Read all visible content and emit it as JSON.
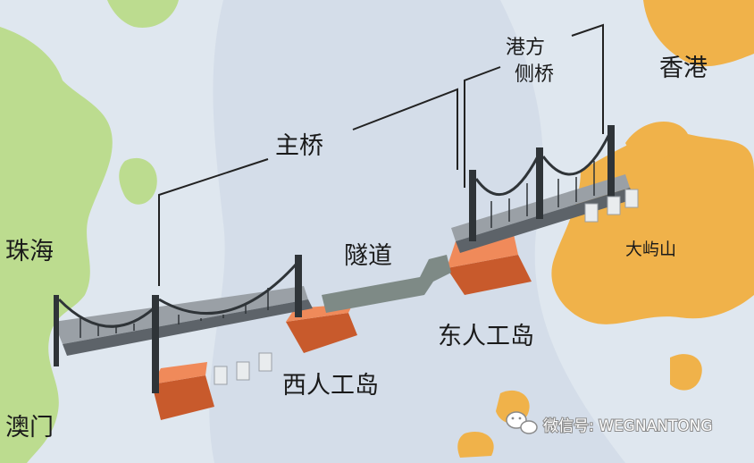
{
  "map": {
    "labels": {
      "zhuhai": "珠海",
      "macau": "澳门",
      "hongkong": "香港",
      "lantau": "大屿山",
      "main_bridge": "主桥",
      "hk_side_bridge_line1": "港方",
      "hk_side_bridge_line2": "侧桥",
      "tunnel": "隧道",
      "east_island": "东人工岛",
      "west_island": "西人工岛"
    },
    "watermark": {
      "text": "微信号: WEGNANTONG",
      "icon": "wechat-icon"
    },
    "colors": {
      "sea": "#dfe7ef",
      "sea_deep": "#cdd7e4",
      "zhuhai_land": "#bcdc8f",
      "hk_land": "#f0b24a",
      "island_orange": "#e6693a",
      "bridge_dark": "#2f3438",
      "deck_gray": "#9aa0a6"
    }
  }
}
